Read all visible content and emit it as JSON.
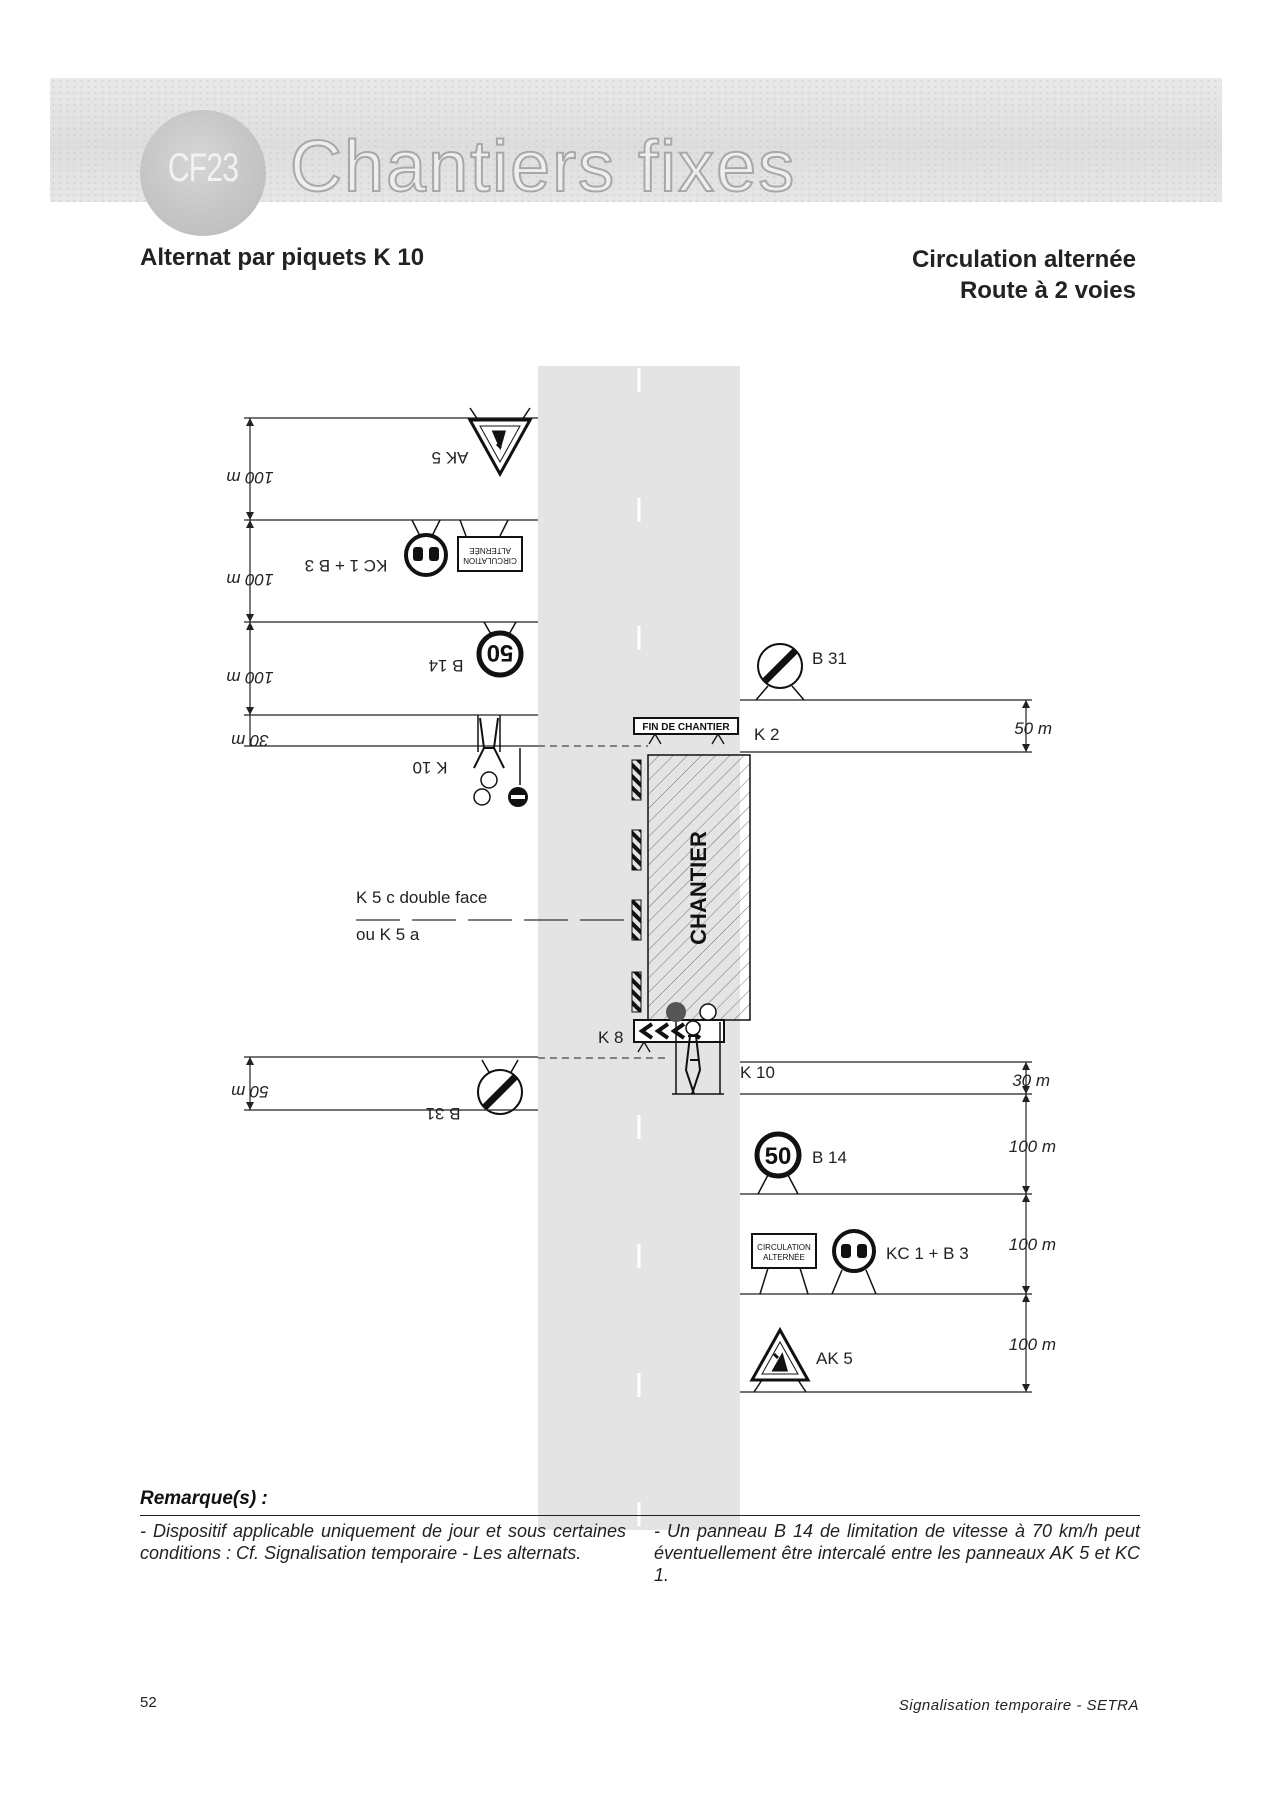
{
  "header": {
    "badge": "CF23",
    "section_title": "Chantiers fixes",
    "title_left": "Alternat par piquets K 10",
    "title_right_line1": "Circulation alternée",
    "title_right_line2": "Route à 2 voies"
  },
  "diagram": {
    "upper_side": {
      "sign_ak5": "AK 5",
      "sign_kc1_b3": "KC 1 + B 3",
      "sign_b14": "B 14",
      "sign_k10": "K 10",
      "sign_b31": "B 31",
      "panel_circulation_line1": "CIRCULATION",
      "panel_circulation_line2": "ALTERNÉE",
      "limit_50": "50",
      "dist_1": "100 m",
      "dist_2": "100 m",
      "dist_3": "100 m",
      "dist_4": "30 m",
      "dist_5": "50 m"
    },
    "lower_side": {
      "sign_b31": "B 31",
      "sign_k2": "K 2",
      "fin_chantier": "FIN DE CHANTIER",
      "sign_k8": "K 8",
      "sign_k10": "K 10",
      "sign_b14": "B 14",
      "sign_kc1_b3": "KC 1 + B 3",
      "sign_ak5": "AK 5",
      "panel_circulation_line1": "CIRCULATION",
      "panel_circulation_line2": "ALTERNÉE",
      "limit_50": "50",
      "dist_1": "50 m",
      "dist_2": "30 m",
      "dist_3": "100 m",
      "dist_4": "100 m",
      "dist_5": "100 m"
    },
    "chantier_label": "CHANTIER",
    "k5_label_line1": "K 5 c double face",
    "k5_label_line2": "ou K 5 a"
  },
  "remarks": {
    "heading": "Remarque(s) :",
    "left": "- Dispositif applicable uniquement de jour et sous certaines conditions : Cf. Signalisation temporaire - Les alternats.",
    "right": "- Un panneau B 14 de limitation de vitesse à 70 km/h peut éventuellement être intercalé entre les panneaux AK 5 et KC 1."
  },
  "footer": {
    "page_number": "52",
    "credit": "Signalisation temporaire - SETRA"
  }
}
